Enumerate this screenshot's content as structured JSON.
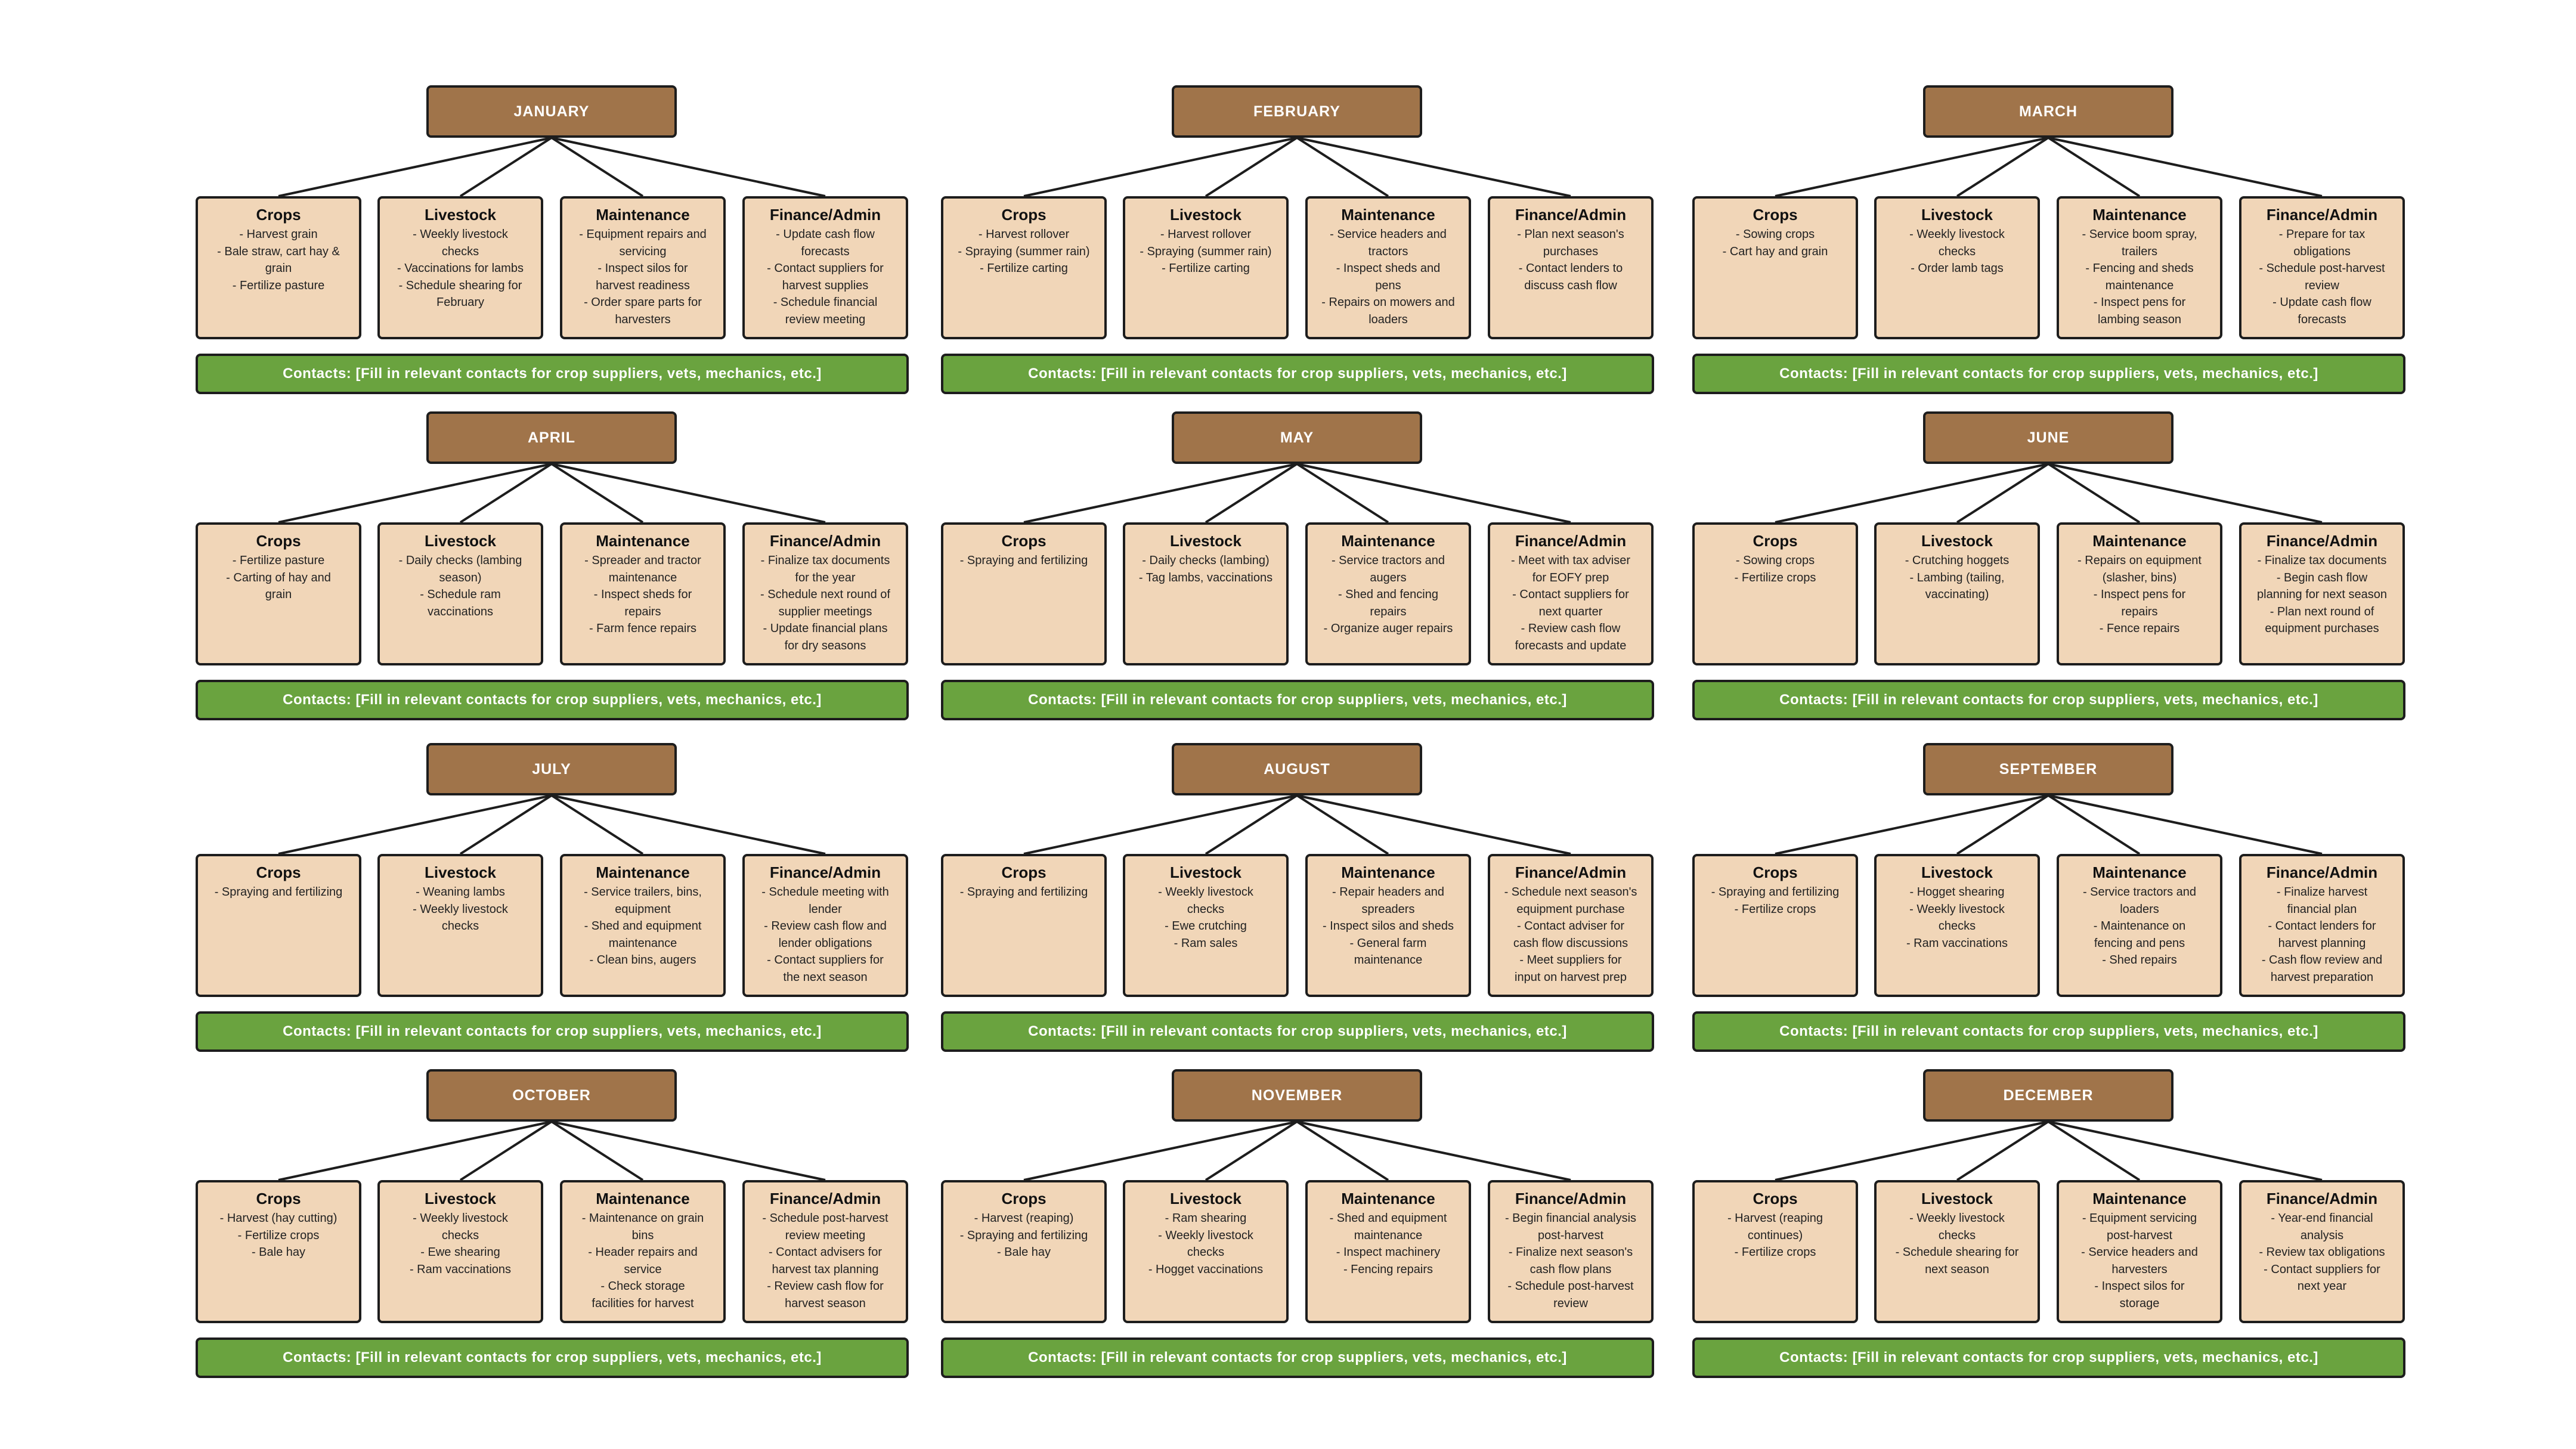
{
  "contacts_text": "Contacts: [Fill in relevant contacts for crop suppliers, vets, mechanics, etc.]",
  "colors": {
    "header_fill": "#a0744a",
    "box_fill": "#f1d6b8",
    "contacts_fill": "#6aa33f",
    "outline": "#1d1d1d"
  },
  "months": [
    {
      "name": "JANUARY",
      "categories": [
        {
          "title": "Crops",
          "items": [
            "- Harvest grain",
            "- Bale straw, cart hay &",
            "grain",
            "- Fertilize pasture"
          ]
        },
        {
          "title": "Livestock",
          "items": [
            "- Weekly livestock",
            "checks",
            "- Vaccinations for lambs",
            "- Schedule shearing for",
            "February"
          ]
        },
        {
          "title": "Maintenance",
          "items": [
            "- Equipment repairs and",
            "servicing",
            "- Inspect silos for",
            "harvest readiness",
            "- Order spare parts for",
            "harvesters"
          ]
        },
        {
          "title": "Finance/Admin",
          "items": [
            "- Update cash flow",
            "forecasts",
            "- Contact suppliers for",
            "harvest supplies",
            "- Schedule financial",
            "review meeting"
          ]
        }
      ]
    },
    {
      "name": "FEBRUARY",
      "categories": [
        {
          "title": "Crops",
          "items": [
            "- Harvest rollover",
            "- Spraying (summer rain)",
            "- Fertilize carting"
          ]
        },
        {
          "title": "Livestock",
          "items": [
            "- Harvest rollover",
            "- Spraying (summer rain)",
            "- Fertilize carting"
          ]
        },
        {
          "title": "Maintenance",
          "items": [
            "- Service headers and",
            "tractors",
            "- Inspect sheds and",
            "pens",
            "- Repairs on mowers and",
            "loaders"
          ]
        },
        {
          "title": "Finance/Admin",
          "items": [
            "- Plan next season's",
            "purchases",
            "- Contact lenders to",
            "discuss cash flow"
          ]
        }
      ]
    },
    {
      "name": "MARCH",
      "categories": [
        {
          "title": "Crops",
          "items": [
            "- Sowing crops",
            "- Cart hay and grain"
          ]
        },
        {
          "title": "Livestock",
          "items": [
            "- Weekly livestock",
            "checks",
            "- Order lamb tags"
          ]
        },
        {
          "title": "Maintenance",
          "items": [
            "- Service boom spray,",
            "trailers",
            "- Fencing and sheds",
            "maintenance",
            "- Inspect pens for",
            "lambing season"
          ]
        },
        {
          "title": "Finance/Admin",
          "items": [
            "- Prepare for tax",
            "obligations",
            "- Schedule post-harvest",
            "review",
            "- Update cash flow",
            "forecasts"
          ]
        }
      ]
    },
    {
      "name": "APRIL",
      "categories": [
        {
          "title": "Crops",
          "items": [
            "- Fertilize pasture",
            "- Carting of hay and",
            "grain"
          ]
        },
        {
          "title": "Livestock",
          "items": [
            "- Daily checks (lambing",
            "season)",
            "- Schedule ram",
            "vaccinations"
          ]
        },
        {
          "title": "Maintenance",
          "items": [
            "- Spreader and tractor",
            "maintenance",
            "- Inspect sheds for",
            "repairs",
            "- Farm fence repairs"
          ]
        },
        {
          "title": "Finance/Admin",
          "items": [
            "- Finalize tax documents",
            "for the year",
            "- Schedule next round of",
            "supplier meetings",
            "- Update financial plans",
            "for dry seasons"
          ]
        }
      ]
    },
    {
      "name": "MAY",
      "categories": [
        {
          "title": "Crops",
          "items": [
            "- Spraying and fertilizing"
          ]
        },
        {
          "title": "Livestock",
          "items": [
            "- Daily checks (lambing)",
            "- Tag lambs, vaccinations"
          ]
        },
        {
          "title": "Maintenance",
          "items": [
            "- Service tractors and",
            "augers",
            "- Shed and fencing",
            "repairs",
            "- Organize auger repairs"
          ]
        },
        {
          "title": "Finance/Admin",
          "items": [
            "- Meet with tax adviser",
            "for EOFY prep",
            "- Contact suppliers for",
            "next quarter",
            "- Review cash flow",
            "forecasts and update"
          ]
        }
      ]
    },
    {
      "name": "JUNE",
      "categories": [
        {
          "title": "Crops",
          "items": [
            "- Sowing crops",
            "- Fertilize crops"
          ]
        },
        {
          "title": "Livestock",
          "items": [
            "- Crutching hoggets",
            "- Lambing (tailing,",
            "vaccinating)"
          ]
        },
        {
          "title": "Maintenance",
          "items": [
            "- Repairs on equipment",
            "(slasher, bins)",
            "- Inspect pens for",
            "repairs",
            "- Fence repairs"
          ]
        },
        {
          "title": "Finance/Admin",
          "items": [
            "- Finalize tax documents",
            "- Begin cash flow",
            "planning for next season",
            "- Plan next round of",
            "equipment purchases"
          ]
        }
      ]
    },
    {
      "name": "JULY",
      "categories": [
        {
          "title": "Crops",
          "items": [
            "- Spraying and fertilizing"
          ]
        },
        {
          "title": "Livestock",
          "items": [
            "- Weaning lambs",
            "- Weekly livestock",
            "checks"
          ]
        },
        {
          "title": "Maintenance",
          "items": [
            "- Service trailers, bins,",
            "equipment",
            "- Shed and equipment",
            "maintenance",
            "- Clean bins, augers"
          ]
        },
        {
          "title": "Finance/Admin",
          "items": [
            "- Schedule meeting with",
            "lender",
            "- Review cash flow and",
            "lender obligations",
            "- Contact suppliers for",
            "the next season"
          ]
        }
      ]
    },
    {
      "name": "AUGUST",
      "categories": [
        {
          "title": "Crops",
          "items": [
            "- Spraying and fertilizing"
          ]
        },
        {
          "title": "Livestock",
          "items": [
            "- Weekly livestock",
            "checks",
            "- Ewe crutching",
            "- Ram sales"
          ]
        },
        {
          "title": "Maintenance",
          "items": [
            "- Repair headers and",
            "spreaders",
            "- Inspect silos and sheds",
            "- General farm",
            "maintenance"
          ]
        },
        {
          "title": "Finance/Admin",
          "items": [
            "- Schedule next season's",
            "equipment purchase",
            "- Contact adviser for",
            "cash flow discussions",
            "- Meet suppliers for",
            "input on harvest prep"
          ]
        }
      ]
    },
    {
      "name": "SEPTEMBER",
      "categories": [
        {
          "title": "Crops",
          "items": [
            "- Spraying and fertilizing",
            "- Fertilize crops"
          ]
        },
        {
          "title": "Livestock",
          "items": [
            "- Hogget shearing",
            "- Weekly livestock",
            "checks",
            "- Ram vaccinations"
          ]
        },
        {
          "title": "Maintenance",
          "items": [
            "- Service tractors and",
            "loaders",
            "- Maintenance on",
            "fencing and pens",
            "- Shed repairs"
          ]
        },
        {
          "title": "Finance/Admin",
          "items": [
            "- Finalize harvest",
            "financial plan",
            "- Contact lenders for",
            "harvest planning",
            "- Cash flow review and",
            "harvest preparation"
          ]
        }
      ]
    },
    {
      "name": "OCTOBER",
      "categories": [
        {
          "title": "Crops",
          "items": [
            "- Harvest (hay cutting)",
            "- Fertilize crops",
            "- Bale hay"
          ]
        },
        {
          "title": "Livestock",
          "items": [
            "- Weekly livestock",
            "checks",
            "- Ewe shearing",
            "- Ram vaccinations"
          ]
        },
        {
          "title": "Maintenance",
          "items": [
            "- Maintenance on grain",
            "bins",
            "- Header repairs and",
            "service",
            "- Check storage",
            "facilities for harvest"
          ]
        },
        {
          "title": "Finance/Admin",
          "items": [
            "- Schedule post-harvest",
            "review meeting",
            "- Contact advisers for",
            "harvest tax planning",
            "- Review cash flow for",
            "harvest season"
          ]
        }
      ]
    },
    {
      "name": "NOVEMBER",
      "categories": [
        {
          "title": "Crops",
          "items": [
            "- Harvest (reaping)",
            "- Spraying and fertilizing",
            "- Bale hay"
          ]
        },
        {
          "title": "Livestock",
          "items": [
            "- Ram shearing",
            "- Weekly livestock",
            "checks",
            "- Hogget vaccinations"
          ]
        },
        {
          "title": "Maintenance",
          "items": [
            "- Shed and equipment",
            "maintenance",
            "- Inspect machinery",
            "- Fencing repairs"
          ]
        },
        {
          "title": "Finance/Admin",
          "items": [
            "- Begin financial analysis",
            "post-harvest",
            "- Finalize next season's",
            "cash flow plans",
            "- Schedule post-harvest",
            "review"
          ]
        }
      ]
    },
    {
      "name": "DECEMBER",
      "categories": [
        {
          "title": "Crops",
          "items": [
            "- Harvest (reaping",
            "continues)",
            "- Fertilize crops"
          ]
        },
        {
          "title": "Livestock",
          "items": [
            "- Weekly livestock",
            "checks",
            "- Schedule shearing for",
            "next season"
          ]
        },
        {
          "title": "Maintenance",
          "items": [
            "- Equipment servicing",
            "post-harvest",
            "- Service headers and",
            "harvesters",
            "- Inspect silos for",
            "storage"
          ]
        },
        {
          "title": "Finance/Admin",
          "items": [
            "- Year-end financial",
            "analysis",
            "- Review tax obligations",
            "- Contact suppliers for",
            "next year"
          ]
        }
      ]
    }
  ]
}
